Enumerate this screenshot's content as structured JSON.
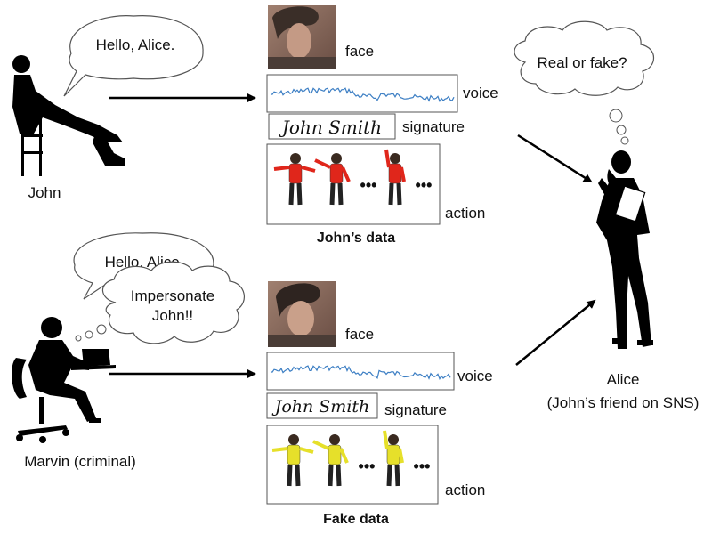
{
  "people": {
    "john": {
      "name": "John",
      "speech": "Hello, Alice."
    },
    "marvin": {
      "name": "Marvin (criminal)",
      "speech": "Hello, Alice.",
      "thought_line1": "Impersonate",
      "thought_line2": "John!!"
    },
    "alice": {
      "name": "Alice",
      "subtitle": "(John’s friend on SNS)",
      "thought": "Real or fake?"
    }
  },
  "data_sets": {
    "john": {
      "caption": "John’s data",
      "face_label": "face",
      "voice_label": "voice",
      "signature_label": "signature",
      "signature_text": "John Smith",
      "action_label": "action",
      "ellipsis": "•••",
      "figure_color": "#e0261b"
    },
    "fake": {
      "caption": "Fake data",
      "face_label": "face",
      "voice_label": "voice",
      "signature_label": "signature",
      "signature_text": "John Smith",
      "action_label": "action",
      "ellipsis": "•••",
      "figure_color": "#e6e02a"
    }
  },
  "colors": {
    "waveform": "#3d7fc4",
    "silhouette": "#000000",
    "box_border": "#555555"
  }
}
